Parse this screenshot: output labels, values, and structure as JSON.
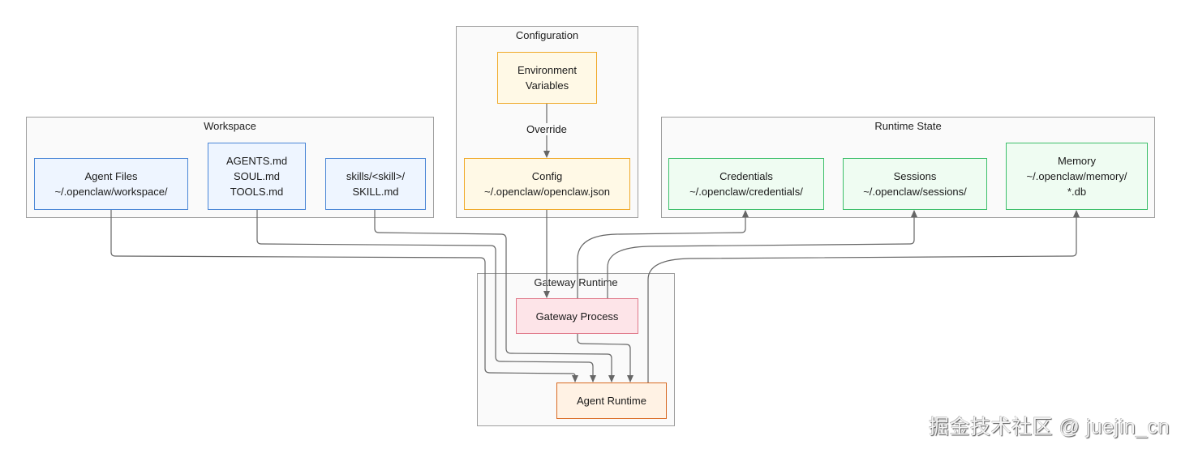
{
  "groups": {
    "configuration": "Configuration",
    "workspace": "Workspace",
    "runtime_state": "Runtime State",
    "gateway_runtime": "Gateway Runtime"
  },
  "nodes": {
    "env_vars": [
      "Environment",
      "Variables"
    ],
    "config": [
      "Config",
      "~/.openclaw/openclaw.json"
    ],
    "agent_files": [
      "Agent Files",
      "~/.openclaw/workspace/"
    ],
    "agents_md": [
      "AGENTS.md",
      "SOUL.md",
      "TOOLS.md"
    ],
    "skills": [
      "skills/<skill>/",
      "SKILL.md"
    ],
    "credentials": [
      "Credentials",
      "~/.openclaw/credentials/"
    ],
    "sessions": [
      "Sessions",
      "~/.openclaw/sessions/"
    ],
    "memory": [
      "Memory",
      "~/.openclaw/memory/",
      "*.db"
    ],
    "gateway_process": [
      "Gateway Process"
    ],
    "agent_runtime": [
      "Agent Runtime"
    ]
  },
  "edge_labels": {
    "override": "Override"
  },
  "edges": [
    {
      "from": "env_vars",
      "to": "config",
      "label": "Override"
    },
    {
      "from": "config",
      "to": "gateway_process"
    },
    {
      "from": "gateway_process",
      "to": "credentials",
      "bidirectional": true
    },
    {
      "from": "gateway_process",
      "to": "sessions",
      "bidirectional": true
    },
    {
      "from": "agent_files",
      "to": "agent_runtime"
    },
    {
      "from": "agents_md",
      "to": "agent_runtime"
    },
    {
      "from": "skills",
      "to": "agent_runtime"
    },
    {
      "from": "gateway_process",
      "to": "agent_runtime"
    },
    {
      "from": "agent_runtime",
      "to": "memory",
      "bidirectional": true
    }
  ],
  "colors": {
    "workspace": "#4a86d6",
    "config": "#f0a928",
    "runtime_state": "#3cbf6a",
    "gateway_process": "#e0798a",
    "agent_runtime": "#d96a22",
    "edge": "#666666"
  },
  "watermark": "掘金技术社区 @ juejin_cn"
}
